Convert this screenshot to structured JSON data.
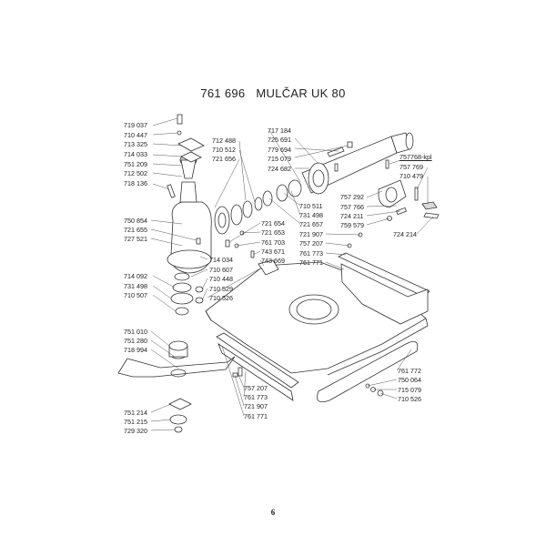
{
  "header": {
    "code": "761 696",
    "name": "MULČAR UK 80"
  },
  "page_number": "6",
  "labels": {
    "l719037": "719 037",
    "l710447": "710 447",
    "l713325": "713 325",
    "l714033": "714 033",
    "l751209": "751 209",
    "l712502": "712 502",
    "l718136": "718 136",
    "l712488": "712 488",
    "l710512": "710 512",
    "l721656": "721 656",
    "l717184": "717 184",
    "l725691": "725 691",
    "l779694": "779 694",
    "l715079a": "715 079",
    "l724682": "724 682",
    "l757768": "757768-kpl",
    "l757769": "757 769",
    "l710479": "710 479",
    "l757292": "757 292",
    "l757766": "757 766",
    "l724211": "724 211",
    "l759579": "759 579",
    "l724214": "724 214",
    "l710511": "710 511",
    "l731498a": "731 498",
    "l721657": "721 657",
    "l721907a": "721 907",
    "l757207a": "757 207",
    "l761773a": "761 773",
    "l761771a": "761 771",
    "l750854": "750 854",
    "l721655": "721 655",
    "l727521": "727 521",
    "l721654": "721 654",
    "l721653": "721 653",
    "l761703": "761 703",
    "l743671": "743 671",
    "l743669": "743 669",
    "l714034": "714 034",
    "l710607": "710 607",
    "l710448": "710 448",
    "l710529": "710 529",
    "l710526a": "710 526",
    "l714092": "714 092",
    "l731498b": "731 498",
    "l710507": "710 507",
    "l751010": "751 010",
    "l751280": "751 280",
    "l718994": "718 994",
    "l751214": "751 214",
    "l751215": "751 215",
    "l729320": "729 320",
    "l757207b": "757 207",
    "l761773b": "761 773",
    "l721907b": "721 907",
    "l761771b": "761 771",
    "l761772": "761 772",
    "l750064": "750 064",
    "l715079b": "715 079",
    "l710526b": "710 526"
  }
}
